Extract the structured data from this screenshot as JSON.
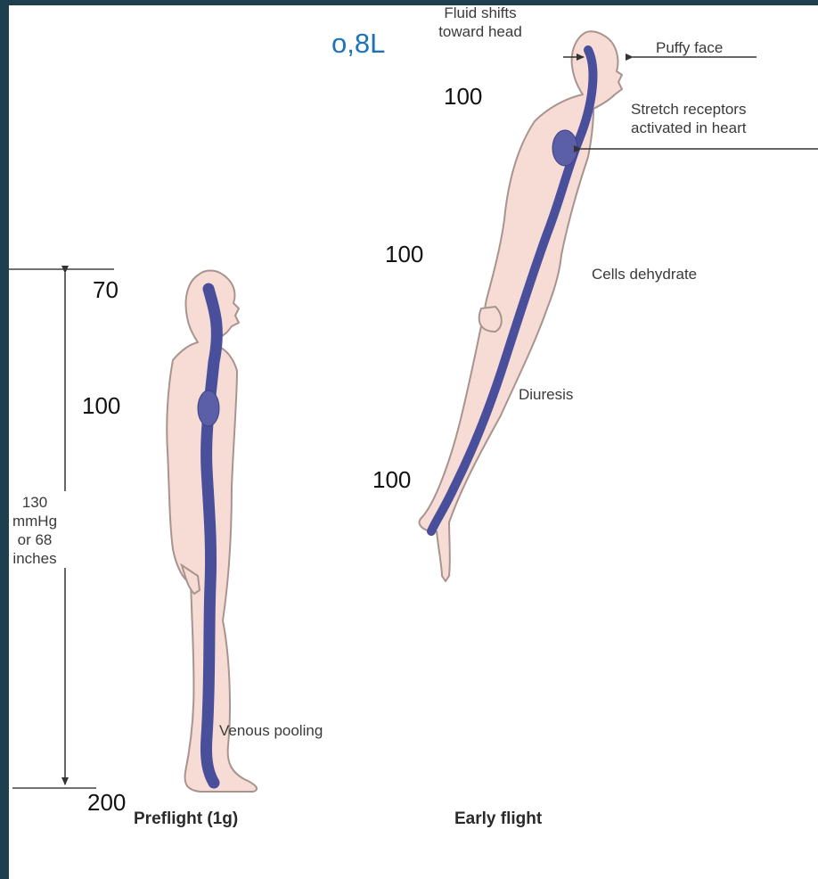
{
  "colors": {
    "frame": "#1d3f4e",
    "skin": "#f6dcd5",
    "outline": "#a8948e",
    "vein": "#4a4f9c",
    "annotation_blue": "#1f72b8",
    "arrow": "#333333"
  },
  "figures": {
    "preflight": {
      "caption": "Preflight (1g)",
      "labels": {
        "height": "130 mmHg\nor 68 inches",
        "venous_pooling": "Venous pooling"
      },
      "pressures": {
        "head": "70",
        "heart": "100",
        "feet": "200"
      }
    },
    "early_flight": {
      "caption": "Early flight",
      "labels": {
        "fluid_shift": "Fluid shifts\ntoward head",
        "puffy_face": "Puffy face",
        "stretch_receptors": "Stretch receptors\nactivated in heart",
        "cells_dehydrate": "Cells dehydrate",
        "diuresis": "Diuresis"
      },
      "volume": "o,8L",
      "pressures": {
        "head": "100",
        "heart": "100",
        "feet": "100"
      }
    }
  }
}
